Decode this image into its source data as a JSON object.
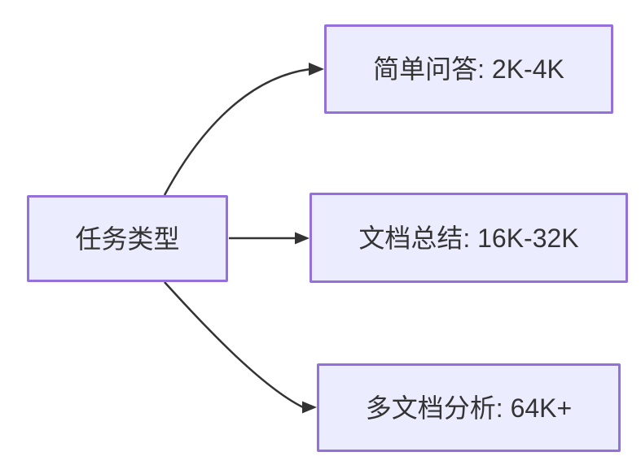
{
  "diagram": {
    "type": "flowchart",
    "root": {
      "label": "任务类型"
    },
    "branches": [
      {
        "label": "简单问答: 2K-4K"
      },
      {
        "label": "文档总结: 16K-32K"
      },
      {
        "label": "多文档分析: 64K+"
      }
    ],
    "colors": {
      "node_fill": "#ECECFF",
      "node_border": "#9370DB",
      "edge": "#333333",
      "text": "#333333",
      "background": "#FFFFFF"
    }
  }
}
